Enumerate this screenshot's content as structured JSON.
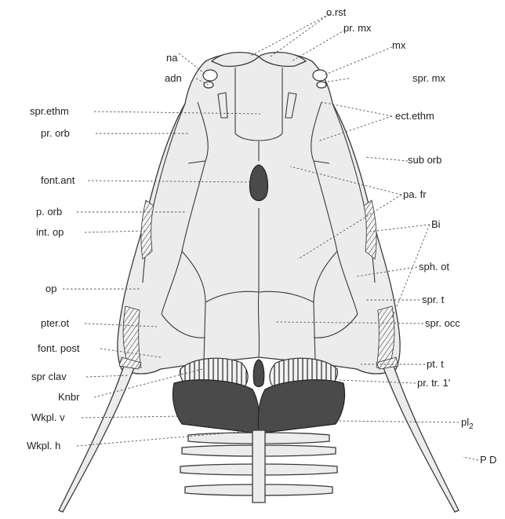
{
  "labels": {
    "o_rst": "o.rst",
    "pr_mx": "pr. mx",
    "mx": "mx",
    "na": "na",
    "adn": "adn",
    "spr_mx": "spr. mx",
    "spr_ethm": "spr.ethm",
    "ect_ethm": "ect.ethm",
    "pr_orb": "pr. orb",
    "sub_orb": "sub orb",
    "font_ant": "font.ant",
    "pa_fr": "pa. fr",
    "p_orb": "p. orb",
    "bi": "Bi",
    "int_op": "int. op",
    "sph_ot": "sph. ot",
    "op": "op",
    "spr_t": "spr. t",
    "pter_ot": "pter.ot",
    "spr_occ": "spr. occ",
    "font_post": "font. post",
    "pt_t": "pt. t",
    "spr_clav": "spr clav",
    "pr_tr_1": "pr. tr. 1'",
    "knbr": "Knbr",
    "wkpl_v": "Wkpl. v",
    "pl2": "pl",
    "pl2_sub": "2",
    "wkpl_h": "Wkpl. h",
    "pd": "P D"
  }
}
